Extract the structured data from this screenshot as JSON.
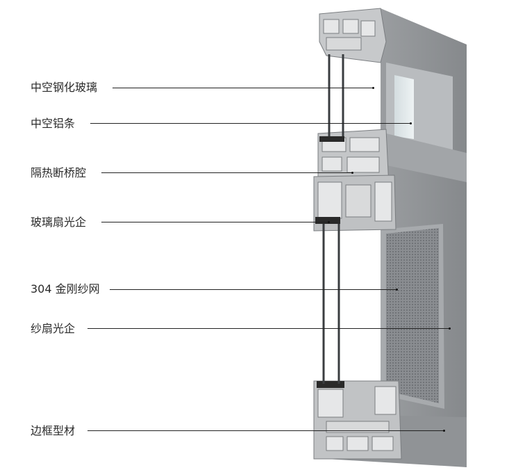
{
  "callouts": [
    {
      "id": "hollow-tempered-glass",
      "text": "中空钢化玻璃"
    },
    {
      "id": "hollow-aluminum-spacer",
      "text": "中空铝条"
    },
    {
      "id": "thermal-break-cavity",
      "text": "隔热断桥腔"
    },
    {
      "id": "glass-sash-guangqi",
      "text": "玻璃扇光企"
    },
    {
      "id": "king-kong-screen",
      "text": "304 金刚纱网"
    },
    {
      "id": "screen-sash-guangqi",
      "text": "纱扇光企"
    },
    {
      "id": "frame-profile",
      "text": "边框型材"
    }
  ],
  "colors": {
    "profile_face": "#8d9093",
    "profile_face_light": "#a3a6a9",
    "profile_side": "#6f7275",
    "profile_top": "#c9cbcd",
    "screen_mesh": "#7b7e82",
    "glass": "#dfe7ea",
    "rubber": "#2a2a2a",
    "cavity": "#e6e7e8"
  }
}
